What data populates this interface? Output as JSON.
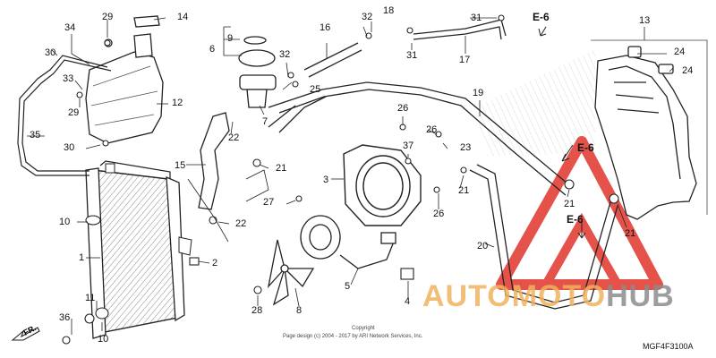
{
  "diagram": {
    "part_code": "MGF4F3100A",
    "copyright_line1": "Copyright",
    "copyright_line2": "Page design (c) 2004 - 2017 by ARI Network Services, Inc.",
    "front_marker": "FR.",
    "watermark": {
      "part1": "AUTOMOTO",
      "part2": "HUB",
      "color1": "#f0b25c",
      "color2": "#8c8c8c",
      "logo_color": "#e0342b"
    },
    "callouts": [
      {
        "id": "c29a",
        "text": "29"
      },
      {
        "id": "c14",
        "text": "14"
      },
      {
        "id": "c34",
        "text": "34"
      },
      {
        "id": "c30a",
        "text": "30"
      },
      {
        "id": "c9",
        "text": "9"
      },
      {
        "id": "c6",
        "text": "6"
      },
      {
        "id": "c32a",
        "text": "32"
      },
      {
        "id": "c18",
        "text": "18"
      },
      {
        "id": "c31a",
        "text": "31"
      },
      {
        "id": "e6a",
        "text": "E-6"
      },
      {
        "id": "c13",
        "text": "13"
      },
      {
        "id": "c16",
        "text": "16"
      },
      {
        "id": "c32b",
        "text": "32"
      },
      {
        "id": "c31b",
        "text": "31"
      },
      {
        "id": "c17",
        "text": "17"
      },
      {
        "id": "c24a",
        "text": "24"
      },
      {
        "id": "c24b",
        "text": "24"
      },
      {
        "id": "c33",
        "text": "33"
      },
      {
        "id": "c25",
        "text": "25"
      },
      {
        "id": "c12",
        "text": "12"
      },
      {
        "id": "c29b",
        "text": "29"
      },
      {
        "id": "c7",
        "text": "7"
      },
      {
        "id": "c19",
        "text": "19"
      },
      {
        "id": "c35",
        "text": "35"
      },
      {
        "id": "c22a",
        "text": "22"
      },
      {
        "id": "c26a",
        "text": "26"
      },
      {
        "id": "c26b",
        "text": "26"
      },
      {
        "id": "c30b",
        "text": "30"
      },
      {
        "id": "c37",
        "text": "37"
      },
      {
        "id": "c23",
        "text": "23"
      },
      {
        "id": "c15",
        "text": "15"
      },
      {
        "id": "c21a",
        "text": "21"
      },
      {
        "id": "e6b",
        "text": "E-6"
      },
      {
        "id": "c3",
        "text": "3"
      },
      {
        "id": "c21b",
        "text": "21"
      },
      {
        "id": "c27",
        "text": "27"
      },
      {
        "id": "c26c",
        "text": "26"
      },
      {
        "id": "c21c",
        "text": "21"
      },
      {
        "id": "c10a",
        "text": "10"
      },
      {
        "id": "c22b",
        "text": "22"
      },
      {
        "id": "e6c",
        "text": "E-6"
      },
      {
        "id": "c21d",
        "text": "21"
      },
      {
        "id": "c1",
        "text": "1"
      },
      {
        "id": "c2",
        "text": "2"
      },
      {
        "id": "c20",
        "text": "20"
      },
      {
        "id": "c5",
        "text": "5"
      },
      {
        "id": "c11",
        "text": "11"
      },
      {
        "id": "c4",
        "text": "4"
      },
      {
        "id": "c28",
        "text": "28"
      },
      {
        "id": "c8",
        "text": "8"
      },
      {
        "id": "c36",
        "text": "36"
      },
      {
        "id": "c10b",
        "text": "10"
      }
    ]
  }
}
